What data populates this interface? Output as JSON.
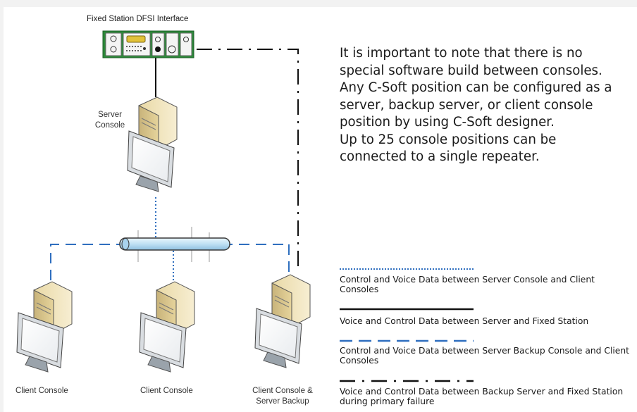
{
  "title": "Fixed Station DFSI Interface",
  "server_label": "Server\nConsole",
  "clients": [
    {
      "label": "Client Console"
    },
    {
      "label": "Client Console"
    },
    {
      "label": "Client Console &\nServer Backup"
    }
  ],
  "description": [
    "It is important to note that there is no special software build between consoles. Any C-Soft position can be configured as a server, backup server, or client console position by using C-Soft designer.",
    "Up to 25 console positions can be connected to a single repeater."
  ],
  "legend": [
    {
      "style": "dotted-blue",
      "text": "Control and Voice Data between Server Console and Client Consoles"
    },
    {
      "style": "solid-black",
      "text": "Voice and Control Data between Server and Fixed Station"
    },
    {
      "style": "dashed-blue",
      "text": "Control and Voice Data between Server Backup Console and Client Consoles"
    },
    {
      "style": "dashdot-black",
      "text": "Voice and Control Data between Backup Server and Fixed Station during primary failure"
    }
  ],
  "colors": {
    "blue_line": "#2f6fbf",
    "black_line": "#111111",
    "bus_fill": "#cfe6f5"
  }
}
